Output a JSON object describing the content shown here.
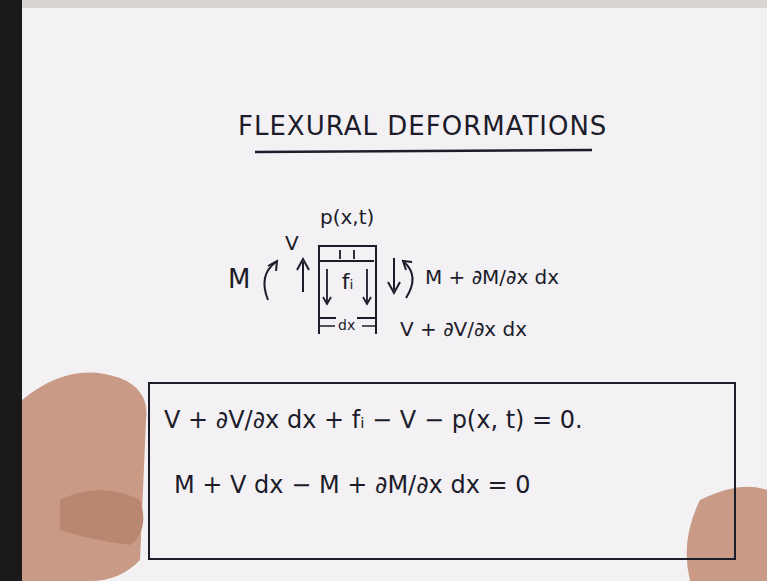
{
  "diagram": {
    "title": "FLEXURAL DEFORMATIONS",
    "nodes": [
      {
        "text": [
          "fᵢ"
        ]
      },
      {
        "text": [
          "V + ∂V/∂x dx + fᵢ − V − p(x, t) = 0.",
          "M + V dx − M + ∂M/∂x dx = 0"
        ]
      }
    ],
    "labels": [
      "p(x,t)",
      "M",
      "V",
      "M + ∂M/∂x dx",
      "dx",
      "V + ∂V/∂x dx"
    ]
  }
}
